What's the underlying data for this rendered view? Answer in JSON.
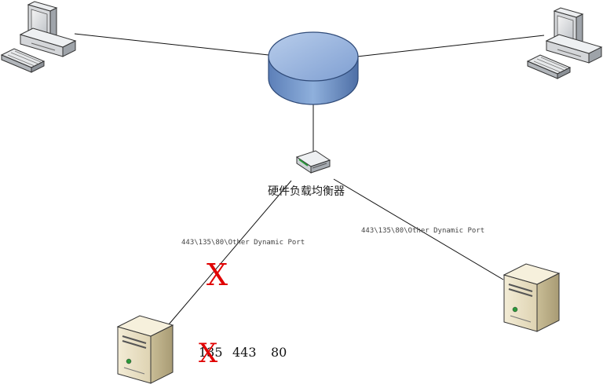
{
  "diagram": {
    "load_balancer_label": "硬件负载均衡器",
    "left_link_label": "443\\135\\80\\Other Dynamic Port",
    "right_link_label": "443\\135\\80\\Other Dynamic Port",
    "blocked_mark": "X",
    "port_numbers": [
      "135",
      "443",
      "80"
    ]
  },
  "colors": {
    "blocked": "#e00000",
    "hub_fill": "#8fb0dc",
    "hub_side": "#4e6fa6"
  }
}
